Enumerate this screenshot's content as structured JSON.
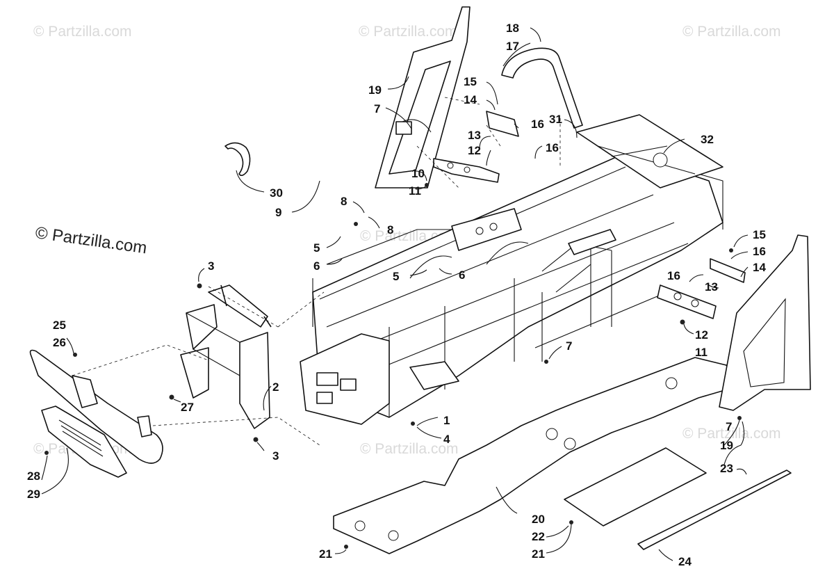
{
  "watermark": {
    "text": "© Partzilla.com",
    "main_label": "© Partzilla.com"
  },
  "callouts": [
    "1",
    "2",
    "3",
    "3",
    "4",
    "5",
    "5",
    "6",
    "6",
    "7",
    "7",
    "7",
    "8",
    "8",
    "9",
    "10",
    "11",
    "11",
    "12",
    "12",
    "13",
    "13",
    "14",
    "14",
    "15",
    "15",
    "16",
    "16",
    "16",
    "16",
    "17",
    "18",
    "19",
    "19",
    "20",
    "21",
    "21",
    "22",
    "23",
    "24",
    "25",
    "26",
    "27",
    "28",
    "29",
    "30",
    "31",
    "32"
  ],
  "colors": {
    "line": "#111111",
    "background": "#ffffff",
    "watermark": "#d9d9d9"
  }
}
